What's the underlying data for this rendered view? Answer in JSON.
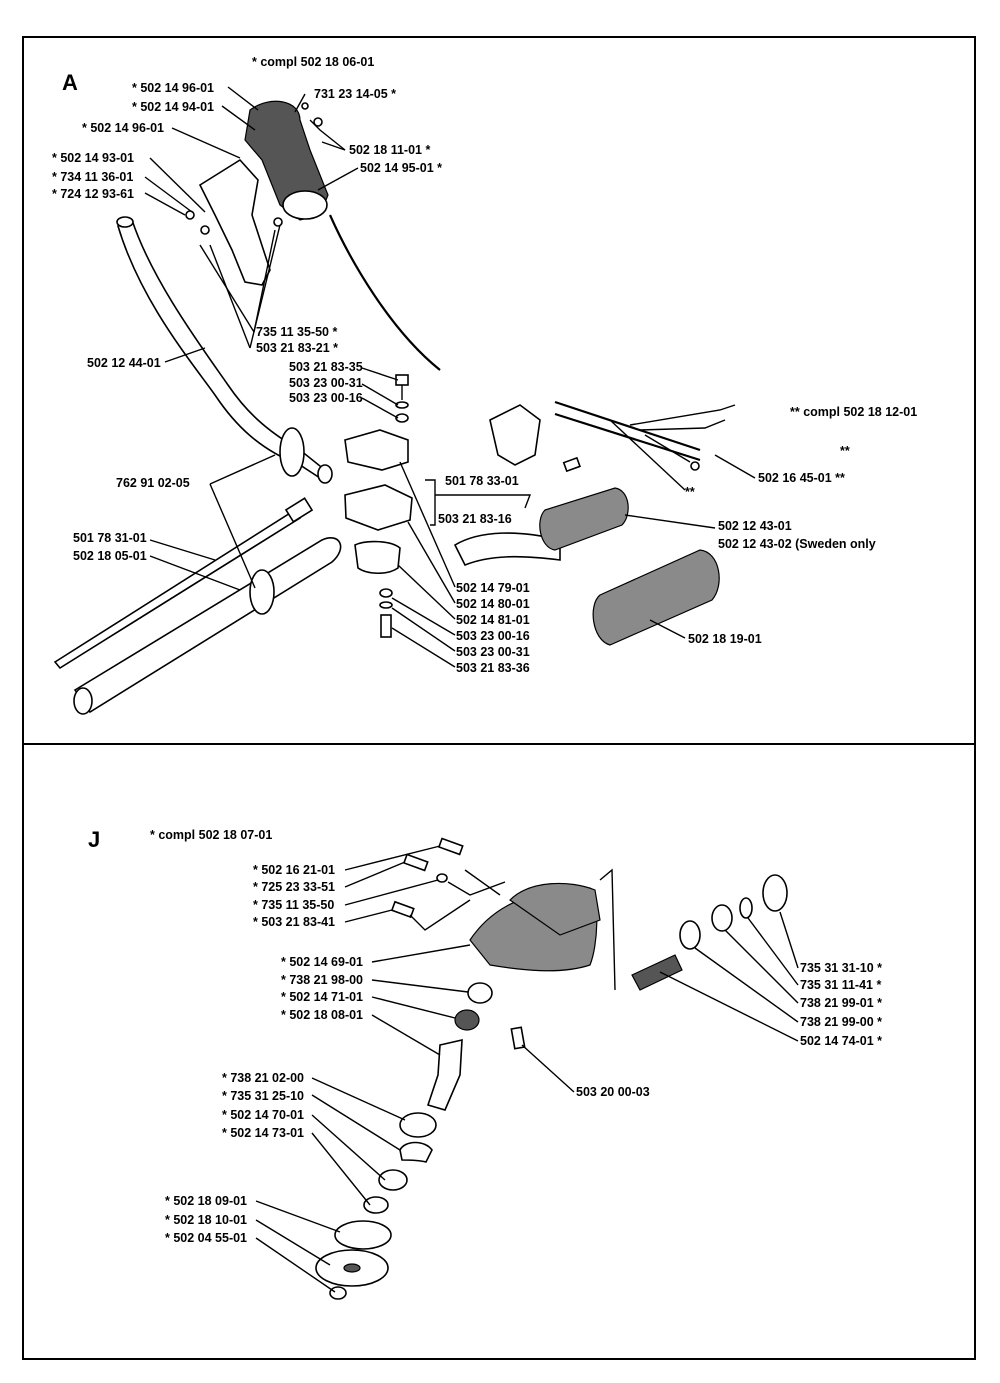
{
  "sectionA": {
    "letter": "A",
    "compl": "*  compl 502 18 06-01",
    "compl2": "**  compl 502 18 12-01",
    "labels": [
      "*  502 14 96-01",
      "*  502 14 94-01",
      "731 23 14-05  *",
      "*  502 14 96-01",
      "502 18 11-01  *",
      "*  502 14 93-01",
      "502 14 95-01  *",
      "*  734 11 36-01",
      "*  724 12 93-61",
      "735 11 35-50  *",
      "503 21 83-21  *",
      "502 12 44-01",
      "503 21 83-35",
      "503 23 00-31",
      "503 23 00-16",
      "**",
      "502 16 45-01  **",
      "762 91 02-05",
      "501 78 33-01",
      "**",
      "503 21 83-16",
      "502 12 43-01",
      "502 12 43-02 (Sweden only",
      "501 78 31-01",
      "502 18 05-01",
      "502 14 79-01",
      "502 14 80-01",
      "502 14 81-01",
      "503 23 00-16",
      "503 23 00-31",
      "503 21 83-36",
      "502 18 19-01"
    ]
  },
  "sectionJ": {
    "letter": "J",
    "compl": "*  compl 502 18 07-01",
    "labels": [
      "*  502 16 21-01",
      "*  725 23 33-51",
      "*  735 11 35-50",
      "*  503 21 83-41",
      "*  502 14 69-01",
      "*  738 21 98-00",
      "*  502 14 71-01",
      "*  502 18 08-01",
      "735 31 31-10  *",
      "735 31 11-41  *",
      "738 21 99-01  *",
      "738 21 99-00  *",
      "502 14 74-01  *",
      "503 20 00-03",
      "*  738 21 02-00",
      "*  735 31 25-10",
      "*  502 14 70-01",
      "*  502 14 73-01",
      "*  502 18 09-01",
      "*  502 18 10-01",
      "*  502 04 55-01"
    ]
  }
}
